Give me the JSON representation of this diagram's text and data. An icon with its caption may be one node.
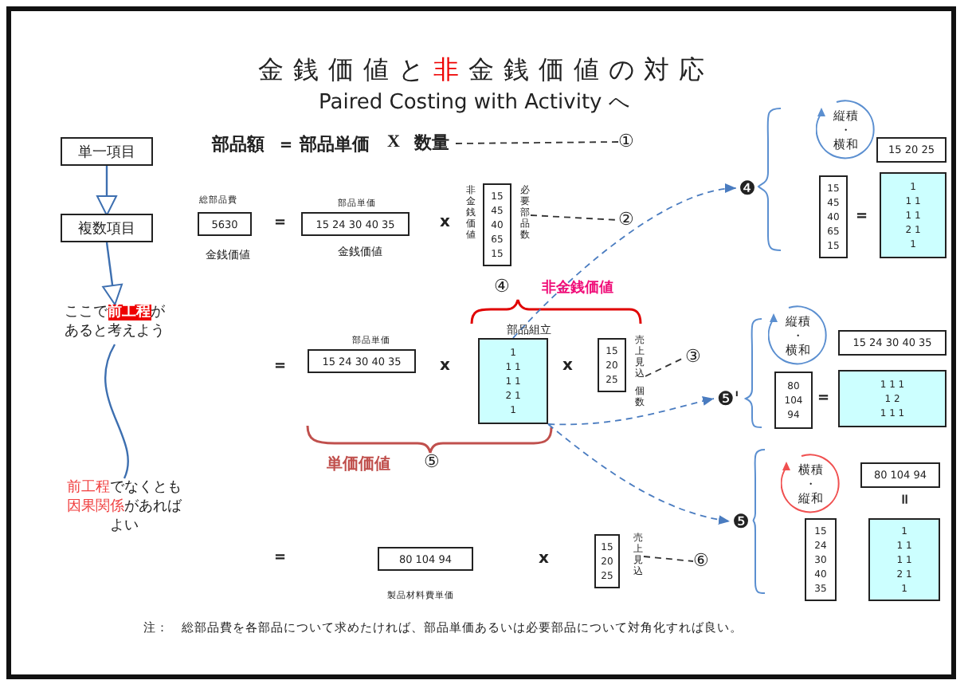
{
  "diagram": {
    "title": "金銭価値と**非**金銭価値の対応",
    "nodes": [
      {
        "text": [
          "単一項目"
        ]
      },
      {
        "text": [
          "複数項目"
        ]
      },
      {
        "text": [
          "ここで**前工程**があると考えよう"
        ]
      },
      {
        "text": [
          "**前工程**でなくとも**因果関係**があればよい"
        ]
      },
      {
        "text": [
          "5630"
        ]
      },
      {
        "text": [
          "15 24 30 40 35"
        ]
      },
      {
        "text": [
          "15 45 40 65 15"
        ]
      },
      {
        "text": [
          "15 24 30 40 35"
        ]
      },
      {
        "text": [
          "1",
          "1 1",
          "1 1",
          "2 1",
          "1"
        ]
      },
      {
        "text": [
          "15 20 25"
        ]
      },
      {
        "text": [
          "❹"
        ]
      },
      {
        "text": [
          "縦積",
          "・",
          "横和"
        ]
      },
      {
        "text": [
          "15 20 25"
        ]
      },
      {
        "text": [
          "15 45 40 65 15"
        ]
      },
      {
        "text": [
          "1",
          "1 1",
          "1 1",
          "2 1",
          "1"
        ]
      },
      {
        "text": [
          "❺'"
        ]
      },
      {
        "text": [
          "縦積",
          "・",
          "横和"
        ]
      },
      {
        "text": [
          "15 24 30 40 35"
        ]
      },
      {
        "text": [
          "80 104 94"
        ]
      },
      {
        "text": [
          "1 1 1",
          "1 2",
          "1 1 1"
        ]
      },
      {
        "text": [
          "❺"
        ]
      },
      {
        "text": [
          "横積",
          "・",
          "縦和"
        ]
      },
      {
        "text": [
          "80 104 94"
        ]
      },
      {
        "text": [
          "15 24 30 40 35"
        ]
      },
      {
        "text": [
          "1",
          "1 1",
          "1 1",
          "2 1",
          "1"
        ]
      },
      {
        "text": [
          "80 104 94"
        ]
      },
      {
        "text": [
          "15 20 25"
        ]
      },
      {
        "text": [
          "数量"
        ]
      },
      {
        "text": [
          "①"
        ]
      },
      {
        "text": [
          "必要部品数"
        ]
      },
      {
        "text": [
          "②"
        ]
      },
      {
        "text": [
          "売上見込",
          "個数"
        ]
      },
      {
        "text": [
          "③"
        ]
      },
      {
        "text": [
          "売上見込"
        ]
      },
      {
        "text": [
          "⑥"
        ]
      }
    ],
    "edges": [
      {
        "from": 0,
        "to": 1,
        "arrow": "to",
        "color": "#3d6fb0"
      },
      {
        "from": 1,
        "to": 2,
        "arrow": "to",
        "color": "#3d6fb0"
      },
      {
        "from": 2,
        "to": 3,
        "arrow": "none",
        "color": "#3d6fb0"
      },
      {
        "from": 8,
        "to": 10,
        "arrow": "to",
        "style": "dashed",
        "color": "#4a7cc0"
      },
      {
        "from": 8,
        "to": 15,
        "arrow": "to",
        "style": "dashed",
        "color": "#4a7cc0"
      },
      {
        "from": 8,
        "to": 20,
        "arrow": "to",
        "style": "dashed",
        "color": "#4a7cc0"
      },
      {
        "from": 27,
        "to": 28,
        "arrow": "none",
        "style": "dashed",
        "color": "#333333"
      },
      {
        "from": 29,
        "to": 30,
        "arrow": "none",
        "style": "dashed",
        "color": "#333333"
      },
      {
        "from": 31,
        "to": 32,
        "arrow": "none",
        "style": "dashed",
        "color": "#333333"
      },
      {
        "from": 33,
        "to": 34,
        "arrow": "none",
        "style": "dashed",
        "color": "#333333"
      }
    ],
    "labels": [
      "Paired Costing with Activity へ",
      "部品額",
      "＝",
      "部品単価",
      "X",
      "総部品費",
      "部品単価",
      "=",
      "x",
      "非金銭価値",
      "金銭価値",
      "金銭価値",
      "④",
      "非金銭価値",
      "部品組立",
      "部品単価",
      "=",
      "x",
      "x",
      "単価価値",
      "⑤",
      "=",
      "=",
      "=",
      "=",
      "x",
      "製品材料費単価",
      "注：　総部品費を各部品について求めたければ、部品単価あるいは必要部品について対角化すれば良い。"
    ]
  }
}
